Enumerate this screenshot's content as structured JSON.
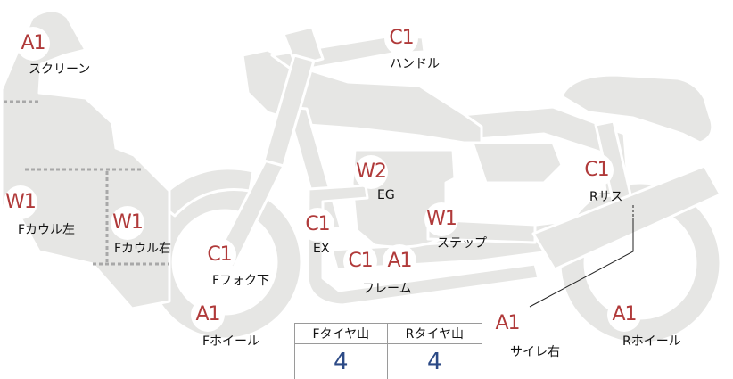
{
  "colors": {
    "part_fill": "#e6e6e4",
    "part_stroke": "#ffffff",
    "dotted_line": "#a8a8a8",
    "badge_text": "#b03a3a",
    "value_text": "#2c4a86"
  },
  "parts": [
    {
      "id": "screen",
      "grade": "A1",
      "label": "スクリーン"
    },
    {
      "id": "handle",
      "grade": "C1",
      "label": "ハンドル"
    },
    {
      "id": "f-cowl-left",
      "grade": "W1",
      "label": "Fカウル左"
    },
    {
      "id": "f-cowl-right",
      "grade": "W1",
      "label": "Fカウル右"
    },
    {
      "id": "eg",
      "grade": "W2",
      "label": "EG"
    },
    {
      "id": "step",
      "grade": "W1",
      "label": "ステップ"
    },
    {
      "id": "ex",
      "grade": "C1",
      "label": "EX"
    },
    {
      "id": "r-sus",
      "grade": "C1",
      "label": "Rサス"
    },
    {
      "id": "f-fork-lower",
      "grade": "C1",
      "label": "Fフォク下"
    },
    {
      "id": "frame",
      "grade": "C1",
      "grade2": "A1",
      "label": "フレーム"
    },
    {
      "id": "f-wheel",
      "grade": "A1",
      "label": "Fホイール"
    },
    {
      "id": "silencer-right",
      "grade": "A1",
      "label": "サイレ右"
    },
    {
      "id": "r-wheel",
      "grade": "A1",
      "label": "Rホイール"
    }
  ],
  "tire_table": {
    "headers": [
      "Fタイヤ山",
      "Rタイヤ山"
    ],
    "values": [
      "4",
      "4"
    ]
  }
}
